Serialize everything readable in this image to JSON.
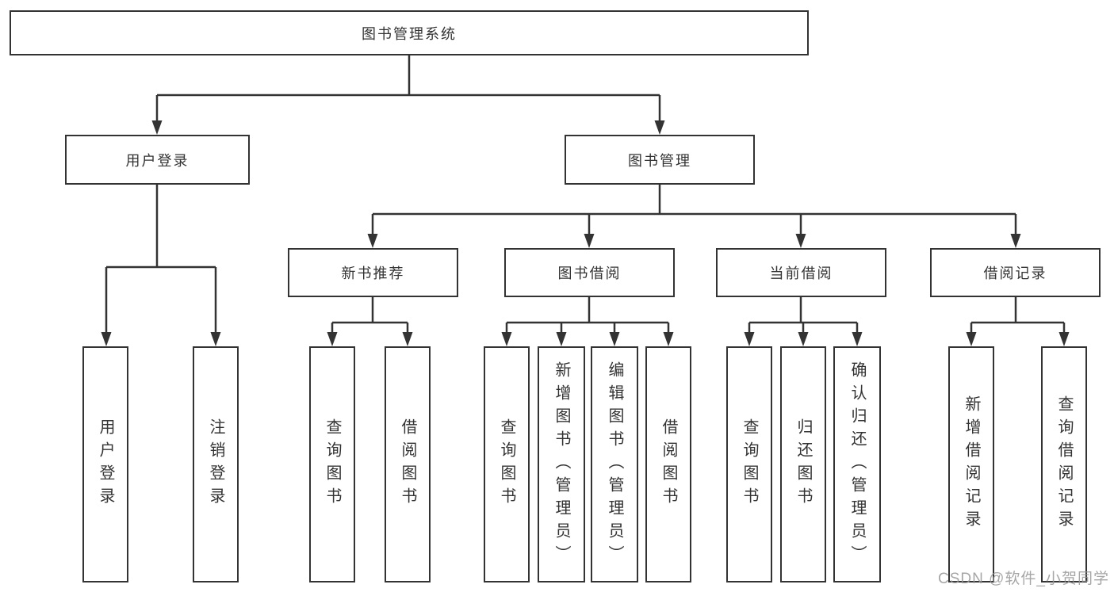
{
  "diagram": {
    "kind": "functional-structure-tree",
    "line_color": "#333333",
    "box_border_color": "#333333",
    "box_fill_color": "#ffffff",
    "text_color": "#333333",
    "watermark": {
      "text": "CSDN @软件_小贺同学",
      "color": "#969696"
    },
    "tree": {
      "root": {
        "label": "图书管理系统"
      },
      "level2": [
        {
          "label": "用户登录"
        },
        {
          "label": "图书管理"
        }
      ],
      "level3": [
        {
          "label": "新书推荐",
          "parent": "图书管理"
        },
        {
          "label": "图书借阅",
          "parent": "图书管理"
        },
        {
          "label": "当前借阅",
          "parent": "图书管理"
        },
        {
          "label": "借阅记录",
          "parent": "图书管理"
        }
      ],
      "leaves": [
        {
          "label": "用户登录",
          "parent": "用户登录"
        },
        {
          "label": "注销登录",
          "parent": "用户登录"
        },
        {
          "label": "查询图书",
          "parent": "新书推荐"
        },
        {
          "label": "借阅图书",
          "parent": "新书推荐"
        },
        {
          "label": "查询图书",
          "parent": "图书借阅"
        },
        {
          "label": "新增图书（管理员）",
          "parent": "图书借阅"
        },
        {
          "label": "编辑图书（管理员）",
          "parent": "图书借阅"
        },
        {
          "label": "借阅图书",
          "parent": "图书借阅"
        },
        {
          "label": "查询图书",
          "parent": "当前借阅"
        },
        {
          "label": "归还图书",
          "parent": "当前借阅"
        },
        {
          "label": "确认归还（管理员）",
          "parent": "当前借阅"
        },
        {
          "label": "新增借阅记录",
          "parent": "借阅记录"
        },
        {
          "label": "查询借阅记录",
          "parent": "借阅记录"
        }
      ]
    }
  }
}
